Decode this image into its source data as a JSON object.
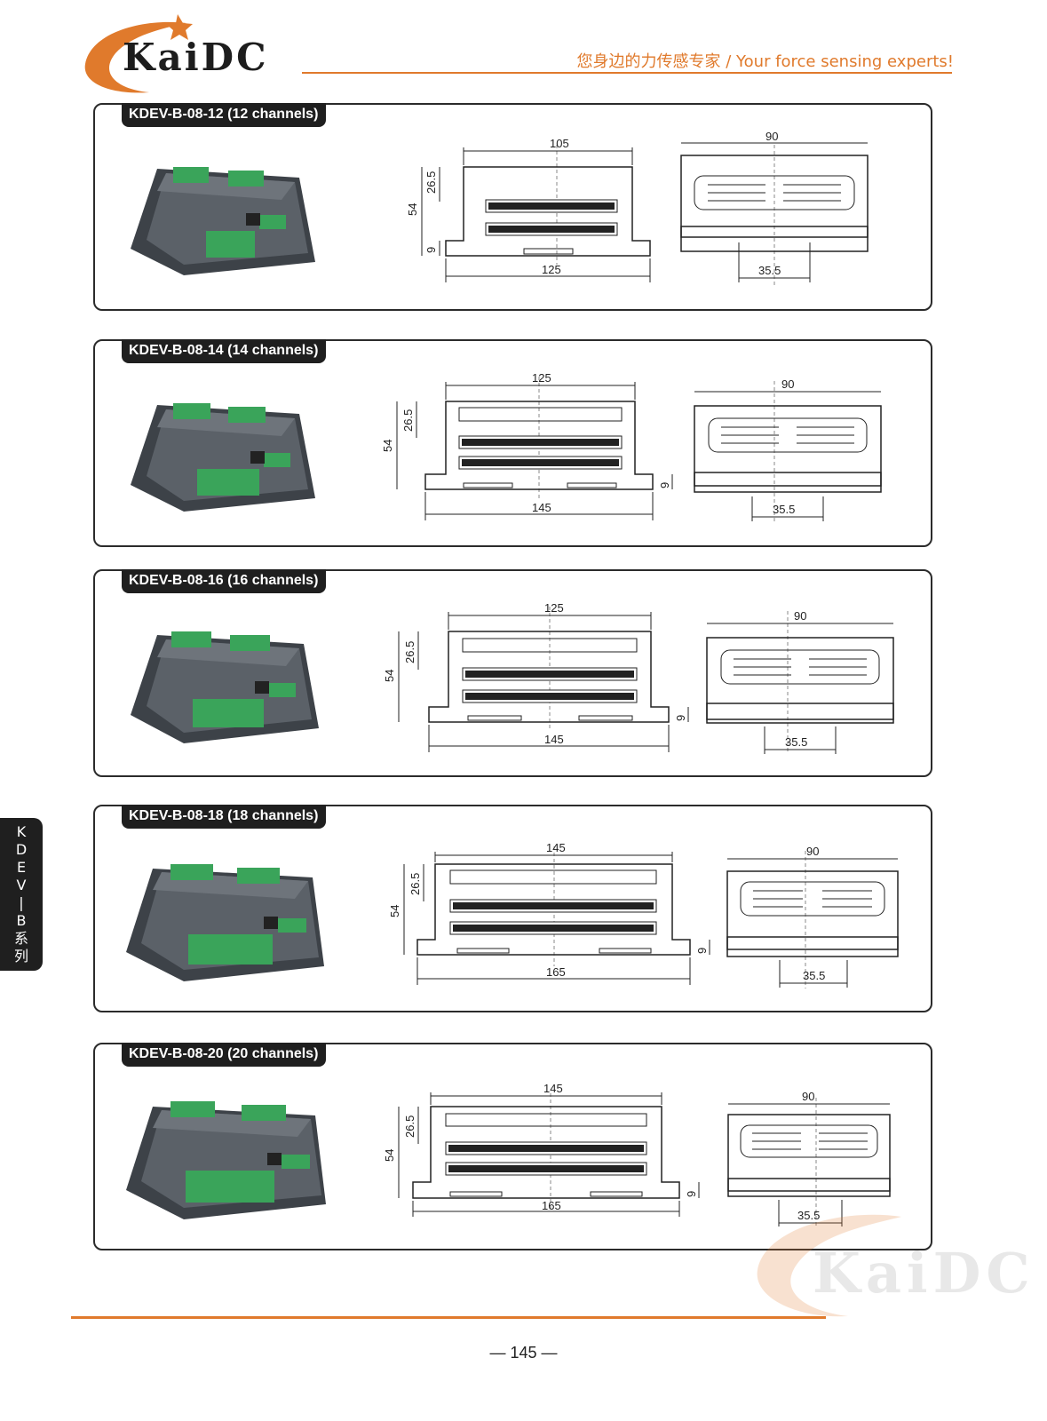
{
  "brand": {
    "logo_text": "KaiDC",
    "tagline": "您身边的力传感专家 / Your force sensing experts!"
  },
  "side_tab": {
    "chars": [
      "K",
      "D",
      "E",
      "V",
      "|",
      "B",
      "系",
      "列"
    ]
  },
  "models": [
    {
      "title": "KDEV-B-08-12 (12 channels)",
      "front": {
        "top_width": "105",
        "base_width": "125",
        "height": "54",
        "upper": "26.5",
        "flange": "9"
      },
      "side": {
        "width": "90",
        "rail": "35.5"
      }
    },
    {
      "title": "KDEV-B-08-14 (14 channels)",
      "front": {
        "top_width": "125",
        "base_width": "145",
        "height": "54",
        "upper": "26.5",
        "flange": "9"
      },
      "side": {
        "width": "90",
        "rail": "35.5"
      }
    },
    {
      "title": "KDEV-B-08-16 (16 channels)",
      "front": {
        "top_width": "125",
        "base_width": "145",
        "height": "54",
        "upper": "26.5",
        "flange": "9"
      },
      "side": {
        "width": "90",
        "rail": "35.5"
      }
    },
    {
      "title": "KDEV-B-08-18 (18 channels)",
      "front": {
        "top_width": "145",
        "base_width": "165",
        "height": "54",
        "upper": "26.5",
        "flange": "9"
      },
      "side": {
        "width": "90",
        "rail": "35.5"
      }
    },
    {
      "title": "KDEV-B-08-20 (20 channels)",
      "front": {
        "top_width": "145",
        "base_width": "165",
        "height": "54",
        "upper": "26.5",
        "flange": "9"
      },
      "side": {
        "width": "90",
        "rail": "35.5"
      }
    }
  ],
  "page_number": "— 145 —",
  "colors": {
    "accent": "#e07a2c",
    "dark": "#1f1f1f",
    "terminal_green": "#3aa45a",
    "housing_gray": "#555a60"
  }
}
